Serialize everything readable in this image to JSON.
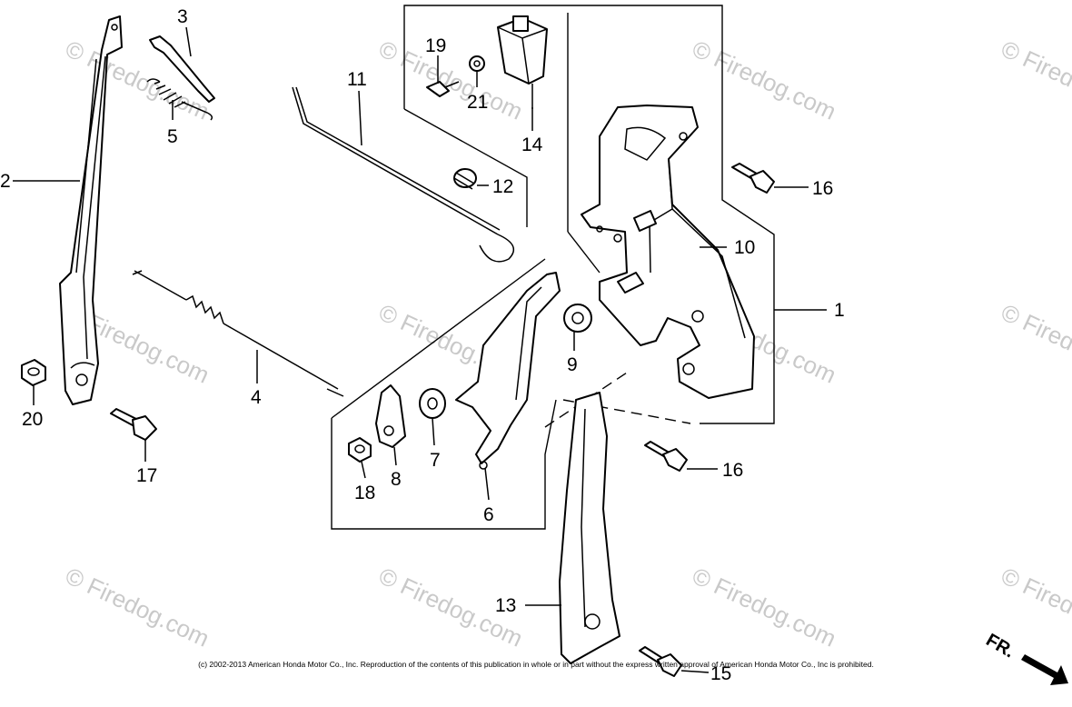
{
  "diagram": {
    "callouts": [
      "1",
      "2",
      "3",
      "4",
      "5",
      "6",
      "7",
      "8",
      "9",
      "10",
      "11",
      "12",
      "13",
      "14",
      "15",
      "16",
      "16",
      "17",
      "18",
      "19",
      "20",
      "21"
    ],
    "watermark": "© Firedog.com",
    "direction_label": "FR.",
    "copyright": "(c) 2002-2013 American Honda Motor Co., Inc. Reproduction of the contents of this publication in whole or in part without the express written approval of American Honda Motor Co., Inc is prohibited."
  }
}
